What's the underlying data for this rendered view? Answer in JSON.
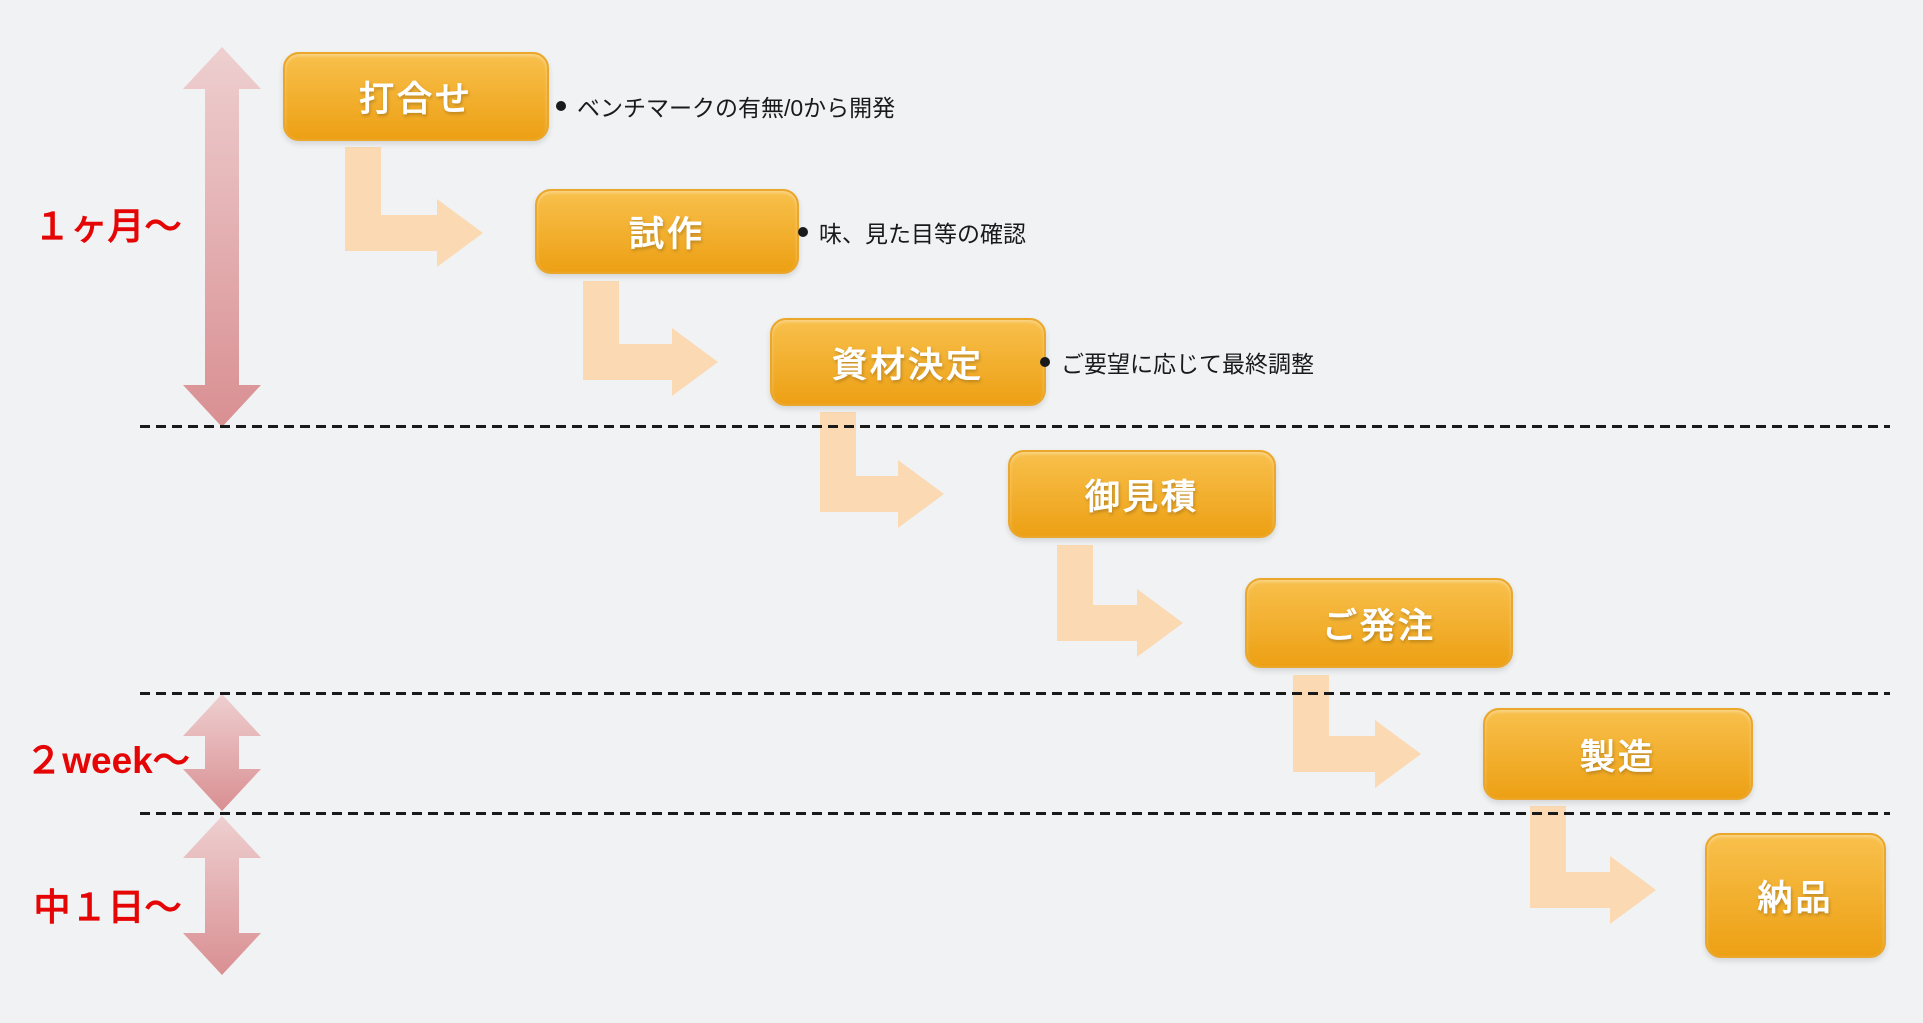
{
  "steps": [
    {
      "label": "打合せ",
      "note": "ベンチマークの有無/0から開発"
    },
    {
      "label": "試作",
      "note": "味、見た目等の確認"
    },
    {
      "label": "資材決定",
      "note": "ご要望に応じて最終調整"
    },
    {
      "label": "御見積",
      "note": ""
    },
    {
      "label": "ご発注",
      "note": ""
    },
    {
      "label": "製造",
      "note": ""
    },
    {
      "label": "納品",
      "note": ""
    }
  ],
  "durations": [
    {
      "label": "１ヶ月～",
      "spans_steps": "打合せ〜資材決定"
    },
    {
      "label": "２week～",
      "spans_steps": "製造"
    },
    {
      "label": "中１日～",
      "spans_steps": "納品"
    }
  ],
  "colors": {
    "background": "#f0f2f3",
    "box_top": "#f8c04c",
    "box_bottom": "#eda014",
    "box_border": "#eaa72c",
    "box_text": "#ffffff",
    "note_text": "#1a1a1a",
    "duration_text": "#e60505",
    "span_arrow_top": "#eecfd0",
    "span_arrow_bottom": "#d98f92",
    "elbow_arrow": "#fbd9b3",
    "divider": "#1a1a1a"
  }
}
